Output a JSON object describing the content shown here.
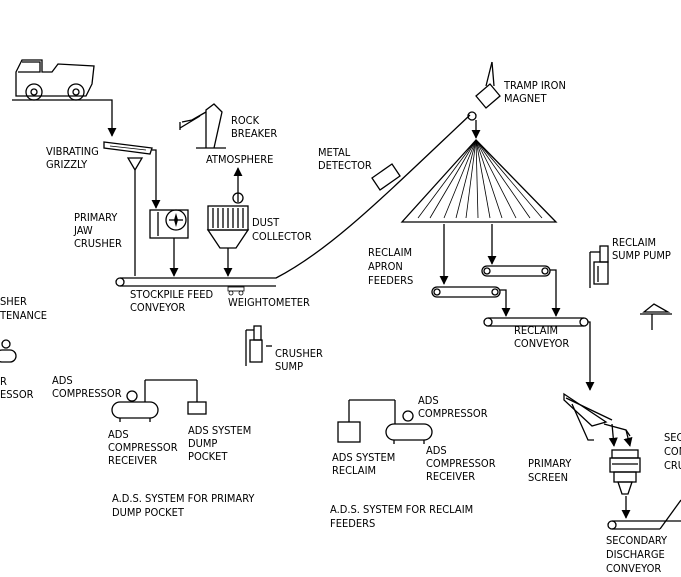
{
  "labels": {
    "tramp_iron_magnet": [
      "TRAMP IRON",
      "MAGNET"
    ],
    "rock_breaker": [
      "ROCK",
      "BREAKER"
    ],
    "atmosphere": "ATMOSPHERE",
    "vibrating_grizzly": [
      "VIBRATING",
      "GRIZZLY"
    ],
    "metal_detector": [
      "METAL",
      "DETECTOR"
    ],
    "primary_jaw_crusher": [
      "PRIMARY",
      "JAW",
      "CRUSHER"
    ],
    "dust_collector": [
      "DUST",
      "COLLECTOR"
    ],
    "reclaim_apron_feeders": [
      "RECLAIM",
      "APRON",
      "FEEDERS"
    ],
    "reclaim_sump_pump": [
      "RECLAIM",
      "SUMP PUMP"
    ],
    "stockpile_feed_conveyor": [
      "STOCKPILE FEED",
      "CONVEYOR"
    ],
    "weightometer": "WEIGHTOMETER",
    "crusher_maintenance_partial": [
      "SHER",
      "TENANCE"
    ],
    "reclaim_conveyor": [
      "RECLAIM",
      "CONVEYOR"
    ],
    "crusher_sump": [
      "CRUSHER",
      "SUMP"
    ],
    "compressor_partial": [
      "R",
      "ESSOR"
    ],
    "ads_compressor_left": [
      "ADS",
      "COMPRESSOR"
    ],
    "ads_compressor_receiver": [
      "ADS",
      "COMPRESSOR",
      "RECEIVER"
    ],
    "ads_system_dump_pocket": [
      "ADS SYSTEM",
      "DUMP",
      "POCKET"
    ],
    "ads_compressor_right": [
      "ADS",
      "COMPRESSOR"
    ],
    "ads_system_reclaim": [
      "ADS SYSTEM",
      "RECLAIM"
    ],
    "ads_compressor_receiver_right": [
      "ADS",
      "COMPRESSOR",
      "RECEIVER"
    ],
    "primary_screen": [
      "PRIMARY",
      "SCREEN"
    ],
    "secondary_partial": [
      "SEC",
      "CON",
      "CRU"
    ],
    "secondary_discharge_conveyor": [
      "SECONDARY",
      "DISCHARGE",
      "CONVEYOR"
    ],
    "ads_system_primary_caption": [
      "A.D.S. SYSTEM FOR PRIMARY",
      "DUMP POCKET"
    ],
    "ads_system_reclaim_caption": [
      "A.D.S. SYSTEM FOR RECLAIM",
      "FEEDERS"
    ]
  },
  "colors": {
    "line": "#000000",
    "background": "#ffffff"
  }
}
